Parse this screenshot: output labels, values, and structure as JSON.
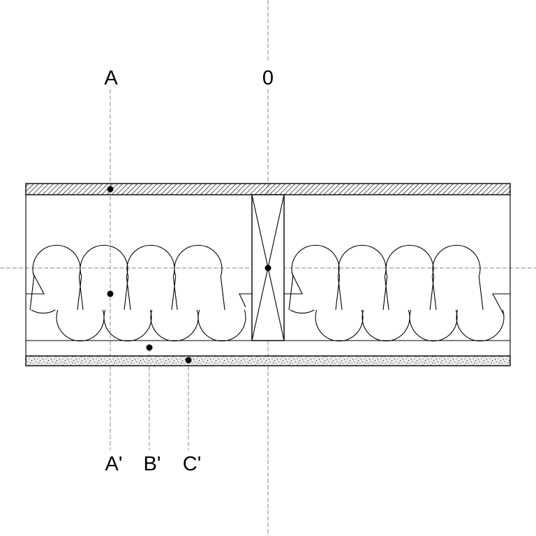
{
  "labels": {
    "top_a": "A",
    "top_zero": "0",
    "bottom_a": "A'",
    "bottom_b": "B'",
    "bottom_c": "C'"
  },
  "colors": {
    "line": "#000000",
    "guide": "#8a8a8a",
    "background": "#ffffff"
  }
}
